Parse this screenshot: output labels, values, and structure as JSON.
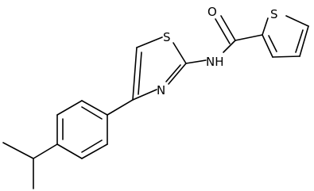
{
  "molecule": {
    "atom_labels": {
      "thiazole_s": "S",
      "thiazole_n": "N",
      "amide_nh": "NH",
      "carbonyl_o": "O",
      "thiophene_s": "S"
    }
  }
}
